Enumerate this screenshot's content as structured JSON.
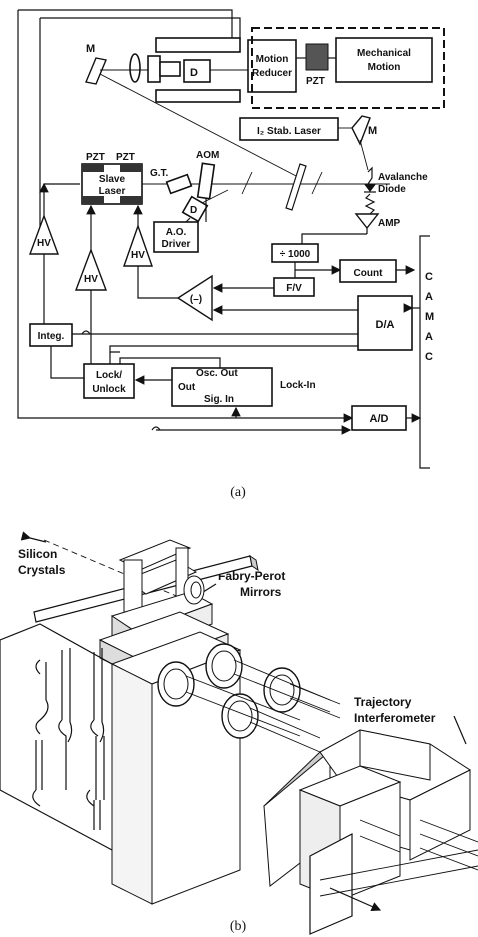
{
  "panel_a": {
    "caption": "(a)",
    "labels": {
      "m_top": "M",
      "d_top": "D",
      "motion_reducer_1": "Motion",
      "motion_reducer_2": "Reducer",
      "mech_motion_1": "Mechanical",
      "mech_motion_2": "Motion",
      "pzt_top": "PZT",
      "i2_laser": "I₂ Stab. Laser",
      "m_right": "M",
      "avalanche_1": "Avalanche",
      "avalanche_2": "Diode",
      "pzt_left": "PZT",
      "pzt_right": "PZT",
      "slave_1": "Slave",
      "slave_2": "Laser",
      "gt": "G.T.",
      "aom": "AOM",
      "ao_driver_1": "A.O.",
      "ao_driver_2": "Driver",
      "d_mid": "D",
      "amp": "AMP",
      "div1000": "÷ 1000",
      "hv_left": "HV",
      "hv_mid": "HV",
      "hv_right": "HV",
      "count": "Count",
      "fv": "F/V",
      "minus": "(–)",
      "da": "D/A",
      "integ": "Integ.",
      "lock_1": "Lock/",
      "lock_2": "Unlock",
      "osc_out": "Osc. Out",
      "out": "Out",
      "sig_in": "Sig. In",
      "lockin": "Lock-In",
      "ad": "A/D",
      "camac": [
        "C",
        "A",
        "M",
        "A",
        "C"
      ]
    }
  },
  "panel_b": {
    "caption": "(b)",
    "labels": {
      "silicon_1": "Silicon",
      "silicon_2": "Crystals",
      "fp_1": "Fabry-Perot",
      "fp_2": "Mirrors",
      "traj_1": "Trajectory",
      "traj_2": "Interferometer"
    }
  }
}
